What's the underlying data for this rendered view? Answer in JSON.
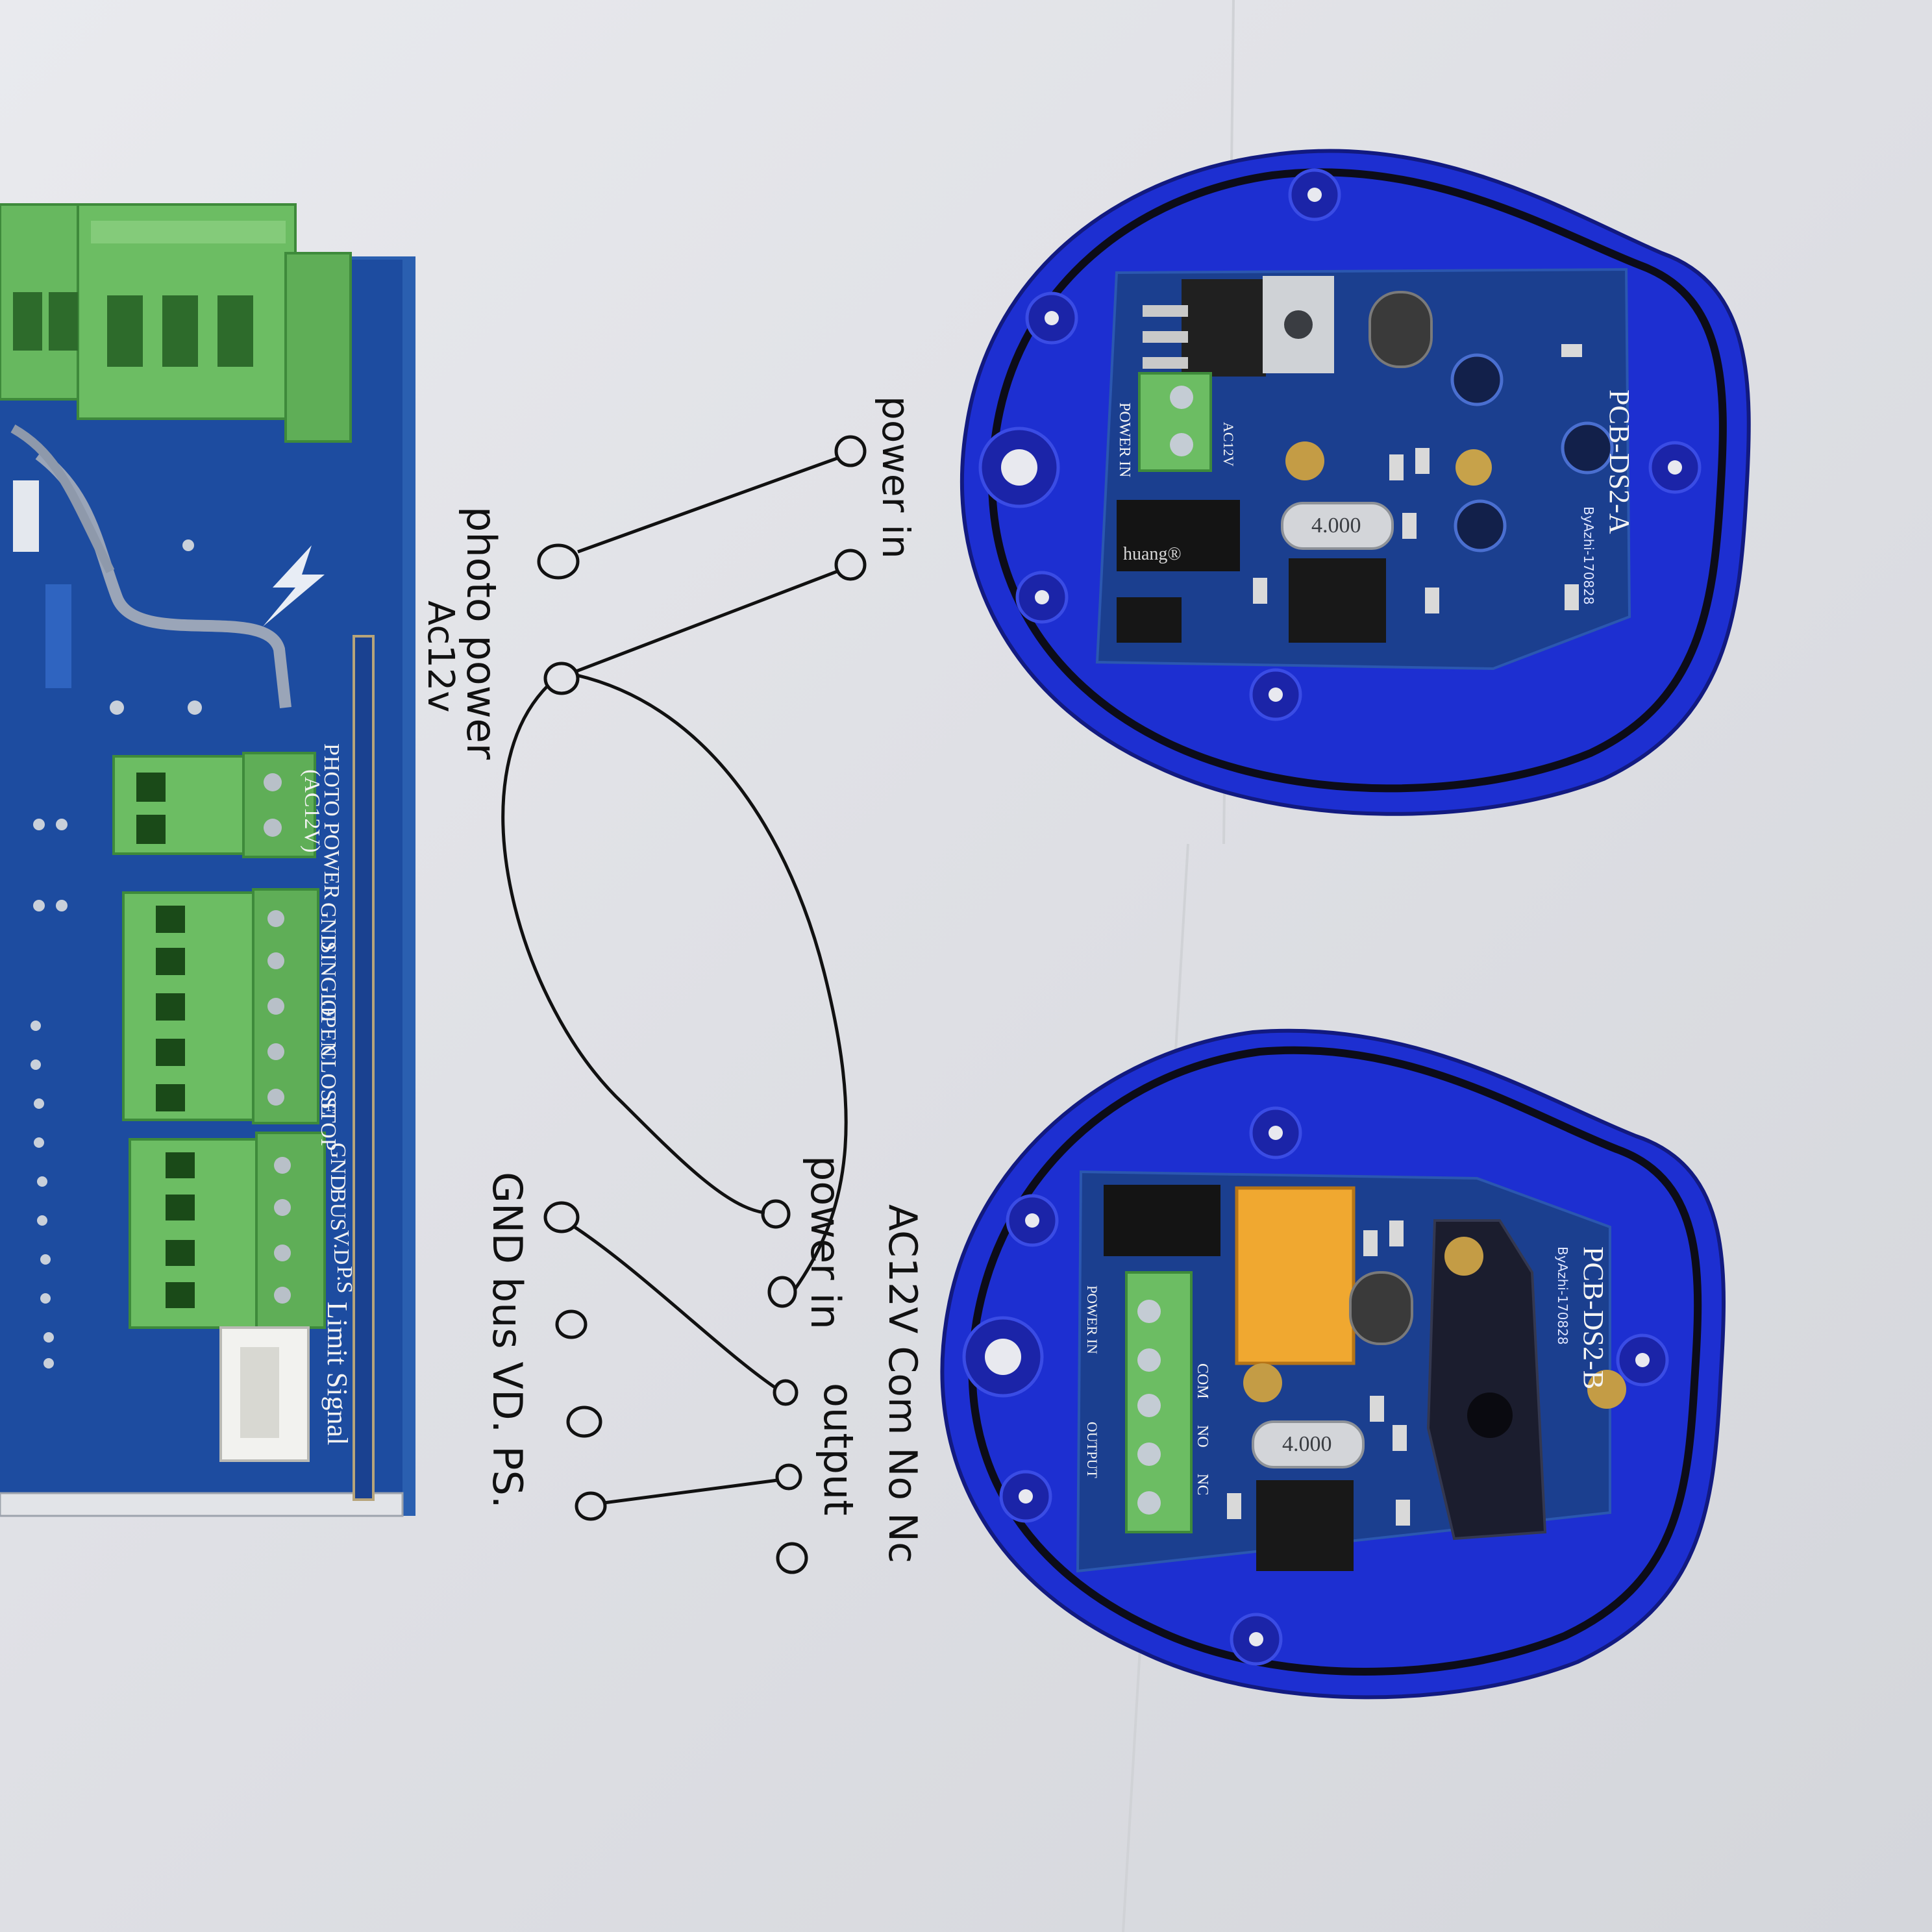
{
  "colors": {
    "paper": "#e6e7eb",
    "board_blue": "#1d4ca0",
    "terminal_green": "#67b85f",
    "housing_blue": "#1d2fd1",
    "ink": "#111111"
  },
  "main_board": {
    "labels": [
      "PHOTO POWER",
      "(AC12V)",
      "GND",
      "SINGLE",
      "OPEN",
      "CLOSE",
      "STOP",
      "GND",
      "BUS",
      "V.D",
      "P.S",
      "Limit Signal"
    ]
  },
  "handwriting": {
    "power_in": "power in",
    "photo_power": "photo power",
    "ac12v": "Ac12v",
    "gnd_bus_vd_ps": "GND bus VD. PS.",
    "power_in_2": "power in",
    "output_labels": "AC12V Com No Nc",
    "output": "output"
  },
  "sensor_a": {
    "title": "PCB-DS2-A",
    "label_power_in": "POWER IN",
    "label_ac12v": "AC12V",
    "crystal": "4.000",
    "brand": "huang®",
    "by_line": "ByAzhi-170828"
  },
  "sensor_b": {
    "title": "PCB-DS2-B",
    "label_power_in": "POWER IN",
    "label_output": "OUTPUT",
    "terminal_labels": [
      "COM",
      "NO",
      "NC"
    ],
    "crystal": "4.000",
    "by_line": "ByAzhi-170828"
  }
}
